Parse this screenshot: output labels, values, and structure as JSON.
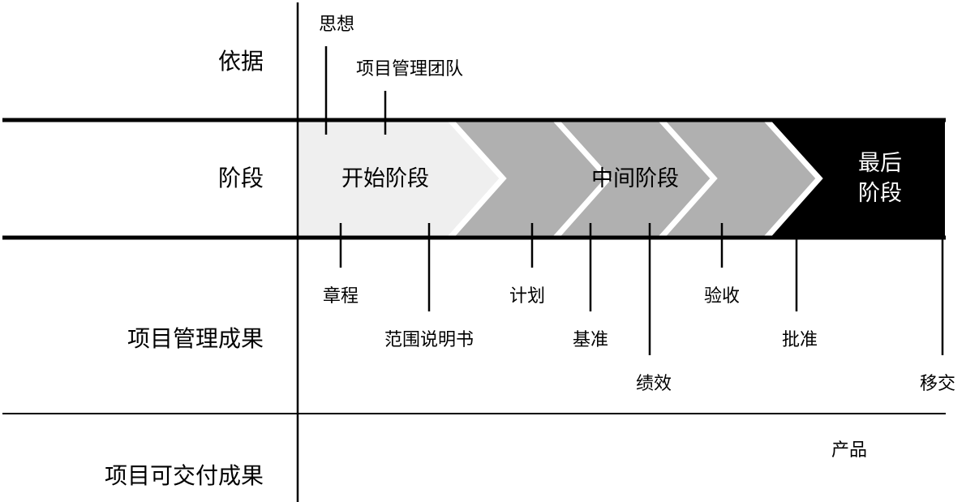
{
  "rows": {
    "basis": "依据",
    "stages": "阶段",
    "pm_results": "项目管理成果",
    "deliverables": "项目可交付成果"
  },
  "stages": {
    "start": "开始阶段",
    "middle": "中间阶段",
    "final_line1": "最后",
    "final_line2": "阶段"
  },
  "basis_items": {
    "idea": "思想",
    "team": "项目管理团队"
  },
  "pm_items": {
    "charter": "章程",
    "scope_statement": "范围说明书",
    "plan": "计划",
    "baseline": "基准",
    "performance": "绩效",
    "acceptance": "验收",
    "approval": "批准",
    "handover": "移交"
  },
  "deliverable_items": {
    "product": "产品"
  },
  "colors": {
    "start_fill": "#efefef",
    "middle_fill": "#b0b0b0",
    "final_fill": "#000000"
  }
}
